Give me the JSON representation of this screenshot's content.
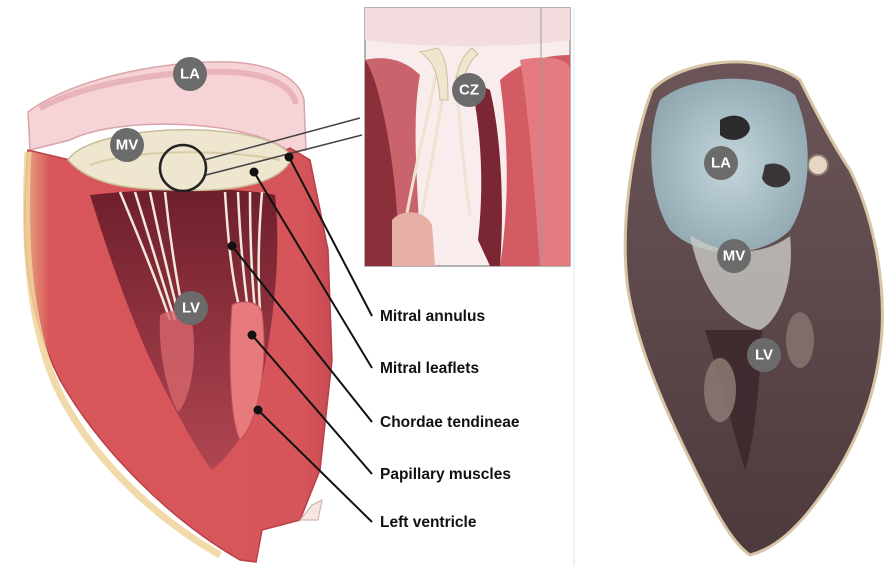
{
  "badges": {
    "la_left": "LA",
    "mv_left": "MV",
    "lv_left": "LV",
    "cz": "CZ",
    "la_right": "LA",
    "mv_right": "MV",
    "lv_right": "LV"
  },
  "labels": {
    "mitral_annulus": "Mitral annulus",
    "mitral_leaflets": "Mitral leaflets",
    "chordae_tendineae": "Chordae tendineae",
    "papillary_muscles": "Papillary muscles",
    "left_ventricle": "Left ventricle"
  },
  "colors": {
    "myocardium": "#d9575a",
    "myocardium_dark": "#a8353b",
    "cavity": "#8a2a35",
    "leaflet": "#efe6cf",
    "atrium": "#f4cbd0",
    "badge": "#6b6b6b",
    "specimen": "#5a4346",
    "specimen_atrium": "#a8c2cc"
  }
}
